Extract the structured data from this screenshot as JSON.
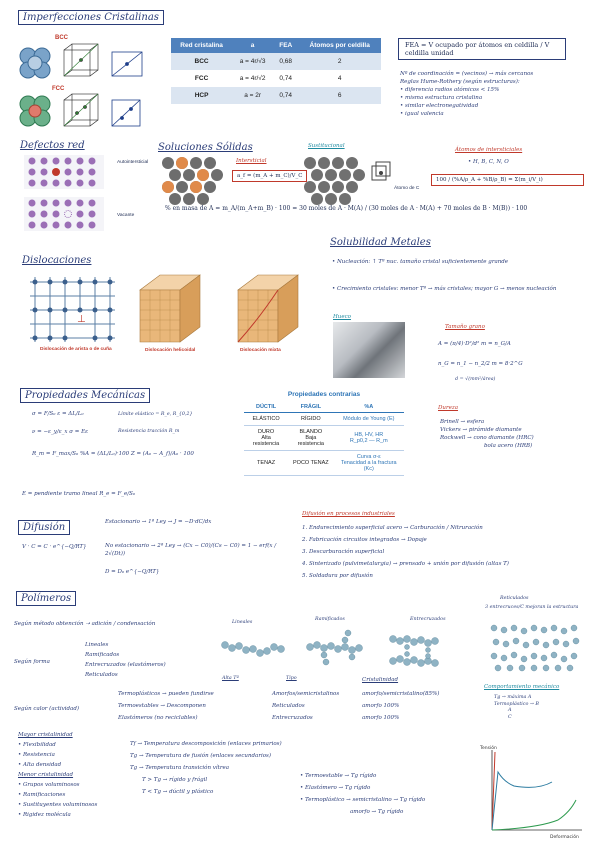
{
  "sections": {
    "imperfecciones": "Imperfecciones Cristalinas",
    "defectos": "Defectos red",
    "soluciones": "Soluciones Sólidas",
    "dislocaciones": "Dislocaciones",
    "propiedades": "Propiedades Mecánicas",
    "difusion": "Difusión",
    "polimeros": "Polímeros"
  },
  "crystal": {
    "bcc_label": "BCC",
    "fcc_label": "FCC",
    "table": {
      "headers": [
        "Red cristalina",
        "a",
        "FEA",
        "Átomos por celdilla"
      ],
      "rows": [
        [
          "BCC",
          "a = 4r/√3",
          "0,68",
          "2"
        ],
        [
          "FCC",
          "a = 4r/√2",
          "0,74",
          "4"
        ],
        [
          "HCP",
          "a = 2r",
          "0,74",
          "6"
        ]
      ]
    },
    "fea_formula": "FEA = V ocupado por átomos en celdilla / V celdilla unidad",
    "notes": [
      "Nº de coordinación = (vecinos) → más cercanos",
      "Reglas Hume-Rothery (según estructuras):",
      "• diferencia radios atómicos < 15%",
      "• misma estructura cristalina",
      "• similar electronegatividad",
      "• igual valencia"
    ]
  },
  "defectos": {
    "intersticial_label": "Autointersticial",
    "vacante_label": "Vacante"
  },
  "soluciones": {
    "intersticial_title": "Intersticial",
    "intersticial_formula": "a_f = (m_A + m_C)/V_C",
    "sustitucional_title": "Sustitucional",
    "atomo_c_label": "Átomo de C",
    "atomos_title": "Átomos de intersticiales",
    "atomos_list": "• H, B, C, N, O",
    "box_formula": "100 / (%A/ρ_A + %B/ρ_B) = Σ(m_i/V_i)",
    "masa_formula": "% en masa de A = m_A/(m_A+m_B) · 100 = 30 moles de A · M(A) / (30 moles de A · M(A) + 70 moles de B · M(B)) · 100"
  },
  "solubilidad": {
    "title": "Solubilidad Metales",
    "line1": "• Nucleación: ↑ Tª nuc. tamaño cristal suficientemente grande",
    "line2": "• Crecimiento cristales: menor Tª → más cristales; mayor G → menos nucleación",
    "hueco_label": "Hueco",
    "tamano_title": "Tamaño grano",
    "tamano_formula_1": "A = (π/4)·D²/d²    m = n_G/A",
    "tamano_formula_2": "n_G = n_1 − n_2/2    m = 8·2^G",
    "tamano_note": "d = √(mm²/área)"
  },
  "dislocaciones": {
    "label_arista": "Dislocación de arista o de cuña",
    "label_helicoidal": "Dislocación helicoidal",
    "label_mixta": "Dislocación mixta"
  },
  "propiedades": {
    "formulas": [
      "σ = F/S₀     ε = ΔL/L₀",
      "ν = −ε_y/ε_x     σ = Eε",
      "R_m = F_max/S₀     %A = (ΔL/L₀)·100     Z = (A₀ − A_f)/A₀ · 100"
    ],
    "notes": [
      "Límite elástico = R_e, R_{0,2}",
      "Resistencia tracción R_m",
      "E = pendiente tramo lineal    R_e = F_e/S₀"
    ],
    "table_title": "Propiedades contrarias",
    "table_headers": [
      "DÚCTIL",
      "FRÁGIL",
      "%A"
    ],
    "table_rows": [
      [
        "ELÁSTICO",
        "RÍGIDO",
        "Módulo de Young (E)"
      ],
      [
        "DURO\nAlta resistencia",
        "BLANDO\nBaja resistencia",
        "HB, HV, HR\nR_p0,2 — R_m"
      ],
      [
        "TENAZ",
        "POCO TENAZ",
        "Curva σ-ε\nTenacidad a la fractura (Kc)"
      ]
    ],
    "dureza_title": "Dureza",
    "dureza_list": [
      "Brinell → esfera",
      "Vickers → pirámide diamante",
      "Rockwell → cono diamante (HRC)",
      "bola acero (HRB)"
    ]
  },
  "difusion": {
    "formulas": [
      "V · C = C · e^{−Q/RT}",
      "Estacionario → 1ª Ley → J = −D·dC/dx",
      "No estacionario → 2ª Ley → (Cx − C0)/(Cs − C0) = 1 − erf(x / 2√(Dt))",
      "D = D₀ e^{−Q/RT}"
    ],
    "procesos_title": "Difusión en procesos industriales",
    "procesos": [
      "1. Endurecimiento superficial acero → Carburación / Nitruración",
      "2. Fabricación circuitos integrados → Dopaje",
      "3. Descarburación superficial",
      "4. Sinterizado (pulvimetalurgia) → prensado + unión por difusión (altas T)",
      "5. Soldadura por difusión"
    ]
  },
  "polimeros": {
    "intro": "Según método obtención ➝ adición / condensación",
    "segun_forma": "Según forma",
    "formas": [
      "Lineales",
      "Ramificados",
      "Entrecruzados (elastómeros)",
      "Reticulados"
    ],
    "labels": [
      "Lineales",
      "Ramificados",
      "Entrecruzados",
      "Reticulados"
    ],
    "reticulado_note": "3 entrecruces/C mejoran la estructura",
    "segun_calor": "Según calor (actividad)",
    "calor_list": [
      "Termoplásticos → pueden fundirse",
      "Termoestables → Descomponen",
      "Elastómeros (no reciclables)"
    ],
    "alta_t": "Alta Tª",
    "tipo": "Tipo",
    "tipo_list": [
      "Amorfos/semicristalinos",
      "Reticulados",
      "Entrecruzados"
    ],
    "cristalinidad": "Cristalinidad",
    "crist_list": [
      "amorfo/semicristalino(85%)",
      "amorfo 100%",
      "amorfo 100%"
    ],
    "comportamiento": "Comportamiento mecánico",
    "comp_list": [
      "Tg → máxima A",
      "Termoplástico → B",
      "A",
      "C"
    ],
    "mayor_crist": "Mayor cristalinidad",
    "mayor_list": [
      "• Flexibilidad",
      "• Resistencia",
      "• Alta densidad",
      "Menor cristalinidad",
      "• Grupos voluminosos",
      "• Ramificaciones",
      "• Sustituyentes voluminosos",
      "• Rigidez molécula"
    ],
    "temps": [
      "Tf → Temperatura descomposición (enlaces primarios)",
      "Tg → Temperatura de fusión (enlaces secundarios)",
      "Tg → Temperatura transición vítrea",
      "T > Tg → rígido y frágil",
      "T < Tg → dúctil y plástico"
    ],
    "right_list": [
      "• Termoestable → Tg rígido",
      "• Elastómero → Tg rígido",
      "• Termoplástico → semicristalino → Tg rígido",
      "amorfo → Tg rígido"
    ],
    "graph_ylabel": "Tensión",
    "graph_xlabel": "Deformación"
  }
}
